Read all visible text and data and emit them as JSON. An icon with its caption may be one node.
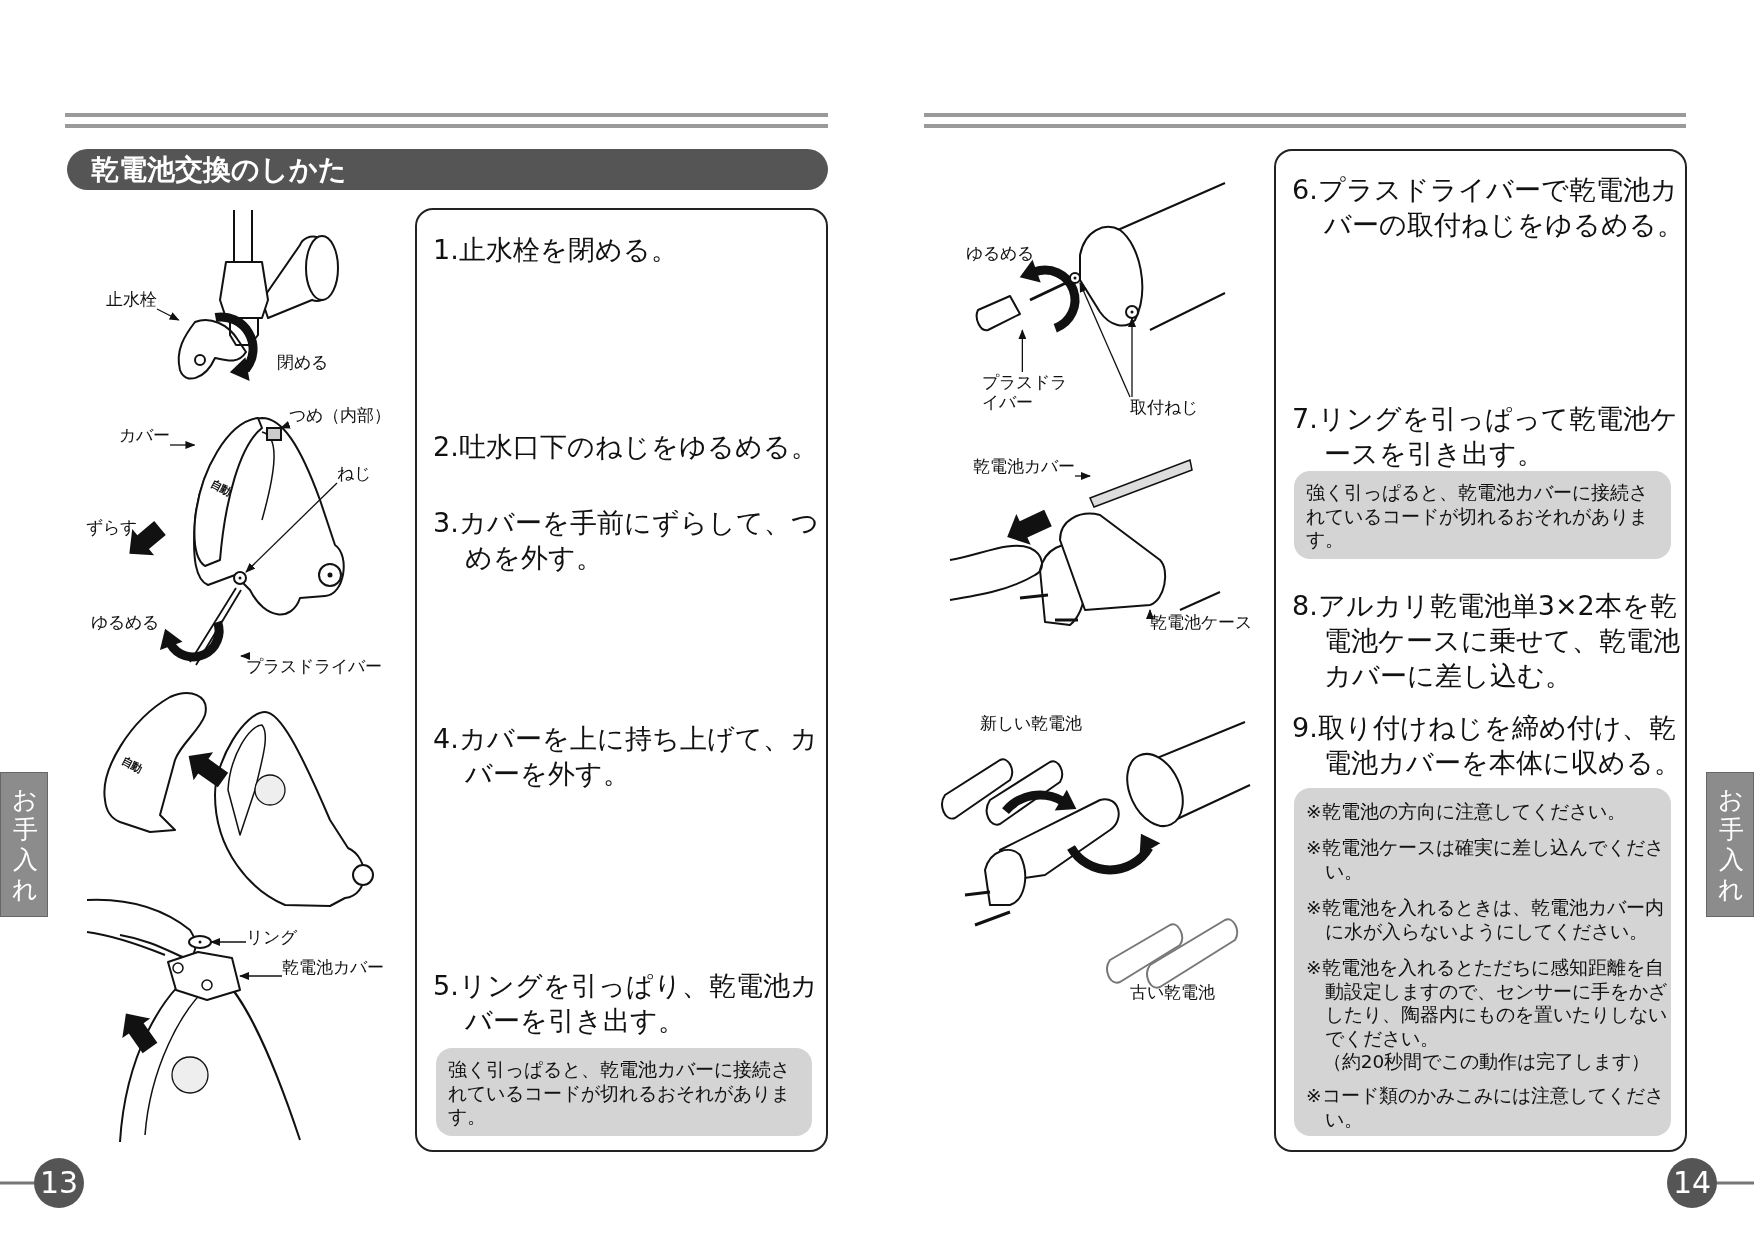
{
  "diagram": {
    "title": "乾電池交換のしかた",
    "nodes": [
      {
        "text": [
          "止水栓"
        ]
      },
      {
        "text": [
          "つめ（内部）"
        ]
      },
      {
        "text": [
          "カバー"
        ]
      },
      {
        "text": [
          "ねじ"
        ]
      },
      {
        "text": [
          "プラスドライバー"
        ]
      },
      {
        "text": [
          "リング"
        ]
      },
      {
        "text": [
          "乾電池カバー"
        ]
      },
      {
        "text": [
          "1.止水栓を閉める。",
          "2.吐水口下のねじをゆるめる。",
          "3.カバーを手前にずらして、つめを外す。",
          "4.カバーを上に持ち上げて、カバーを外す。",
          "5.リングを引っぱり、乾電池カバーを引き出す。"
        ]
      },
      {
        "text": [
          "強く引っぱると、乾電池カバーに接続されているコードが切れるおそれがあります。"
        ],
        "in": 7
      },
      {
        "text": [
          "お手入れ"
        ]
      },
      {
        "text": [
          "13"
        ]
      },
      {
        "text": [
          "プラスドライバー"
        ]
      },
      {
        "text": [
          "取付ねじ"
        ]
      },
      {
        "text": [
          "乾電池カバー"
        ]
      },
      {
        "text": [
          "乾電池ケース"
        ]
      },
      {
        "text": [
          "6.プラスドライバーで乾電池カバーの取付ねじをゆるめる。",
          "7.リングを引っぱって乾電池ケースを引き出す。",
          "8.アルカリ乾電池単3×2本を乾電池ケースに乗せて、乾電池カバーに差し込む。",
          "9.取り付けねじを締め付け、乾電池カバーを本体に収める。"
        ]
      },
      {
        "text": [
          "強く引っぱると、乾電池カバーに接続されているコードが切れるおそれがあります。"
        ],
        "in": 15
      },
      {
        "text": [
          "※乾電池の方向に注意してください。",
          "※乾電池ケースは確実に差し込んでください。",
          "※乾電池を入れるときは、乾電池カバー内に水が入らないようにしてください。",
          "※乾電池を入れるとただちに感知距離を自動設定しますので、センサーに手をかざしたり、陶器内にものを置いたりしないでください。",
          "（約20秒間でこの動作は完了します）",
          "※コード類のかみこみには注意してください。"
        ],
        "in": 15
      },
      {
        "text": [
          "お手入れ"
        ]
      },
      {
        "text": [
          "14"
        ]
      },
      {
        "text": [],
        "shape": "picture"
      },
      {
        "text": [],
        "shape": "box"
      },
      {
        "text": [],
        "shape": "picture"
      },
      {
        "text": [],
        "shape": "circle"
      },
      {
        "text": [],
        "shape": "picture"
      },
      {
        "text": [],
        "shape": "circle"
      },
      {
        "text": [],
        "shape": "picture"
      },
      {
        "text": [],
        "shape": "picture"
      },
      {
        "text": [],
        "shape": "circle"
      },
      {
        "text": [],
        "shape": "circle"
      },
      {
        "text": [],
        "shape": "bar"
      },
      {
        "text": [],
        "shape": "picture"
      }
    ],
    "edges": [
      {
        "from": 0,
        "to": 20,
        "arrow": "to"
      },
      {
        "from": 1,
        "to": 21,
        "arrow": "to"
      },
      {
        "from": 2,
        "to": 22,
        "arrow": "to"
      },
      {
        "from": 3,
        "to": 23,
        "arrow": "to"
      },
      {
        "from": 4,
        "to": 24,
        "arrow": "to"
      },
      {
        "from": 5,
        "to": 25,
        "arrow": "to"
      },
      {
        "from": 6,
        "to": 26,
        "arrow": "to"
      },
      {
        "from": 11,
        "to": 27,
        "arrow": "to"
      },
      {
        "from": 12,
        "to": 28,
        "arrow": "to"
      },
      {
        "from": 12,
        "to": 29,
        "arrow": "to"
      },
      {
        "from": 13,
        "to": 30,
        "arrow": "to"
      },
      {
        "from": 14,
        "to": 31,
        "arrow": "to"
      }
    ],
    "labels": [
      "閉める",
      "ずらす",
      "ゆるめる",
      "自動",
      "自動",
      "ゆるめる",
      "新しい乾電池",
      "古い乾電池"
    ]
  }
}
